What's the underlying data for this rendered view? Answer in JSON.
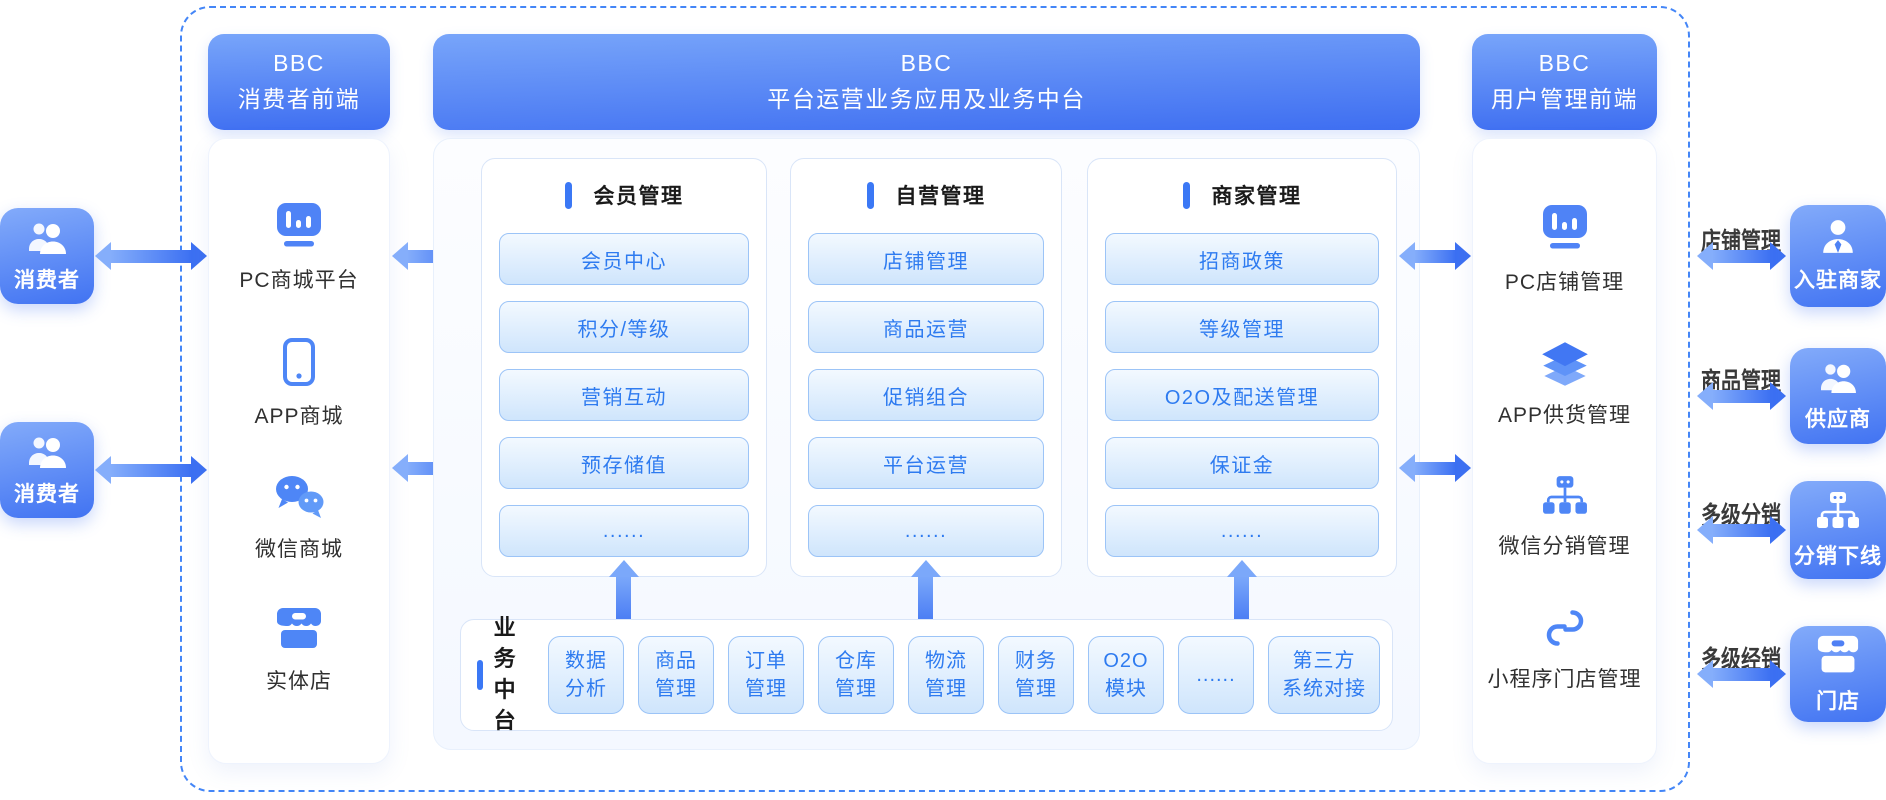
{
  "colors": {
    "accent": "#3b78f5",
    "header_gradient_start": "#78a5fa",
    "header_gradient_end": "#3e6ef1",
    "chip_text": "#2e7bf0",
    "chip_border": "#9cc4f7",
    "dashed_border": "#4486f7"
  },
  "left_actors": [
    {
      "icon": "users-icon",
      "label": "消费者"
    },
    {
      "icon": "users-icon",
      "label": "消费者"
    }
  ],
  "consumer_frontend": {
    "title_line1": "BBC",
    "title_line2": "消费者前端",
    "items": [
      {
        "icon": "pc-monitor-icon",
        "label": "PC商城平台"
      },
      {
        "icon": "phone-icon",
        "label": "APP商城"
      },
      {
        "icon": "wechat-icon",
        "label": "微信商城"
      },
      {
        "icon": "store-icon",
        "label": "实体店"
      }
    ]
  },
  "platform": {
    "title_line1": "BBC",
    "title_line2": "平台运营业务应用及业务中台",
    "sections": [
      {
        "title": "会员管理",
        "items": [
          "会员中心",
          "积分/等级",
          "营销互动",
          "预存储值",
          "......"
        ]
      },
      {
        "title": "自营管理",
        "items": [
          "店铺管理",
          "商品运营",
          "促销组合",
          "平台运营",
          "......"
        ]
      },
      {
        "title": "商家管理",
        "items": [
          "招商政策",
          "等级管理",
          "O2O及配送管理",
          "保证金",
          "......"
        ]
      }
    ],
    "middle_platform": {
      "title_line1": "业务",
      "title_line2": "中台",
      "items": [
        "数据\n分析",
        "商品\n管理",
        "订单\n管理",
        "仓库\n管理",
        "物流\n管理",
        "财务\n管理",
        "O2O\n模块",
        "......",
        "第三方\n系统对接"
      ]
    }
  },
  "user_frontend": {
    "title_line1": "BBC",
    "title_line2": "用户管理前端",
    "items": [
      {
        "icon": "pc-monitor-icon",
        "label": "PC店铺管理"
      },
      {
        "icon": "layers-icon",
        "label": "APP供货管理"
      },
      {
        "icon": "network-icon",
        "label": "微信分销管理"
      },
      {
        "icon": "miniprogram-icon",
        "label": "小程序门店管理"
      }
    ]
  },
  "right_actors": [
    {
      "arrow_label": "店铺管理",
      "icon": "merchant-icon",
      "label": "入驻商家"
    },
    {
      "arrow_label": "商品管理",
      "icon": "users-icon",
      "label": "供应商"
    },
    {
      "arrow_label": "多级分销",
      "icon": "network-icon",
      "label": "分销下线"
    },
    {
      "arrow_label": "多级经销",
      "icon": "storefront-icon",
      "label": "门店"
    }
  ]
}
